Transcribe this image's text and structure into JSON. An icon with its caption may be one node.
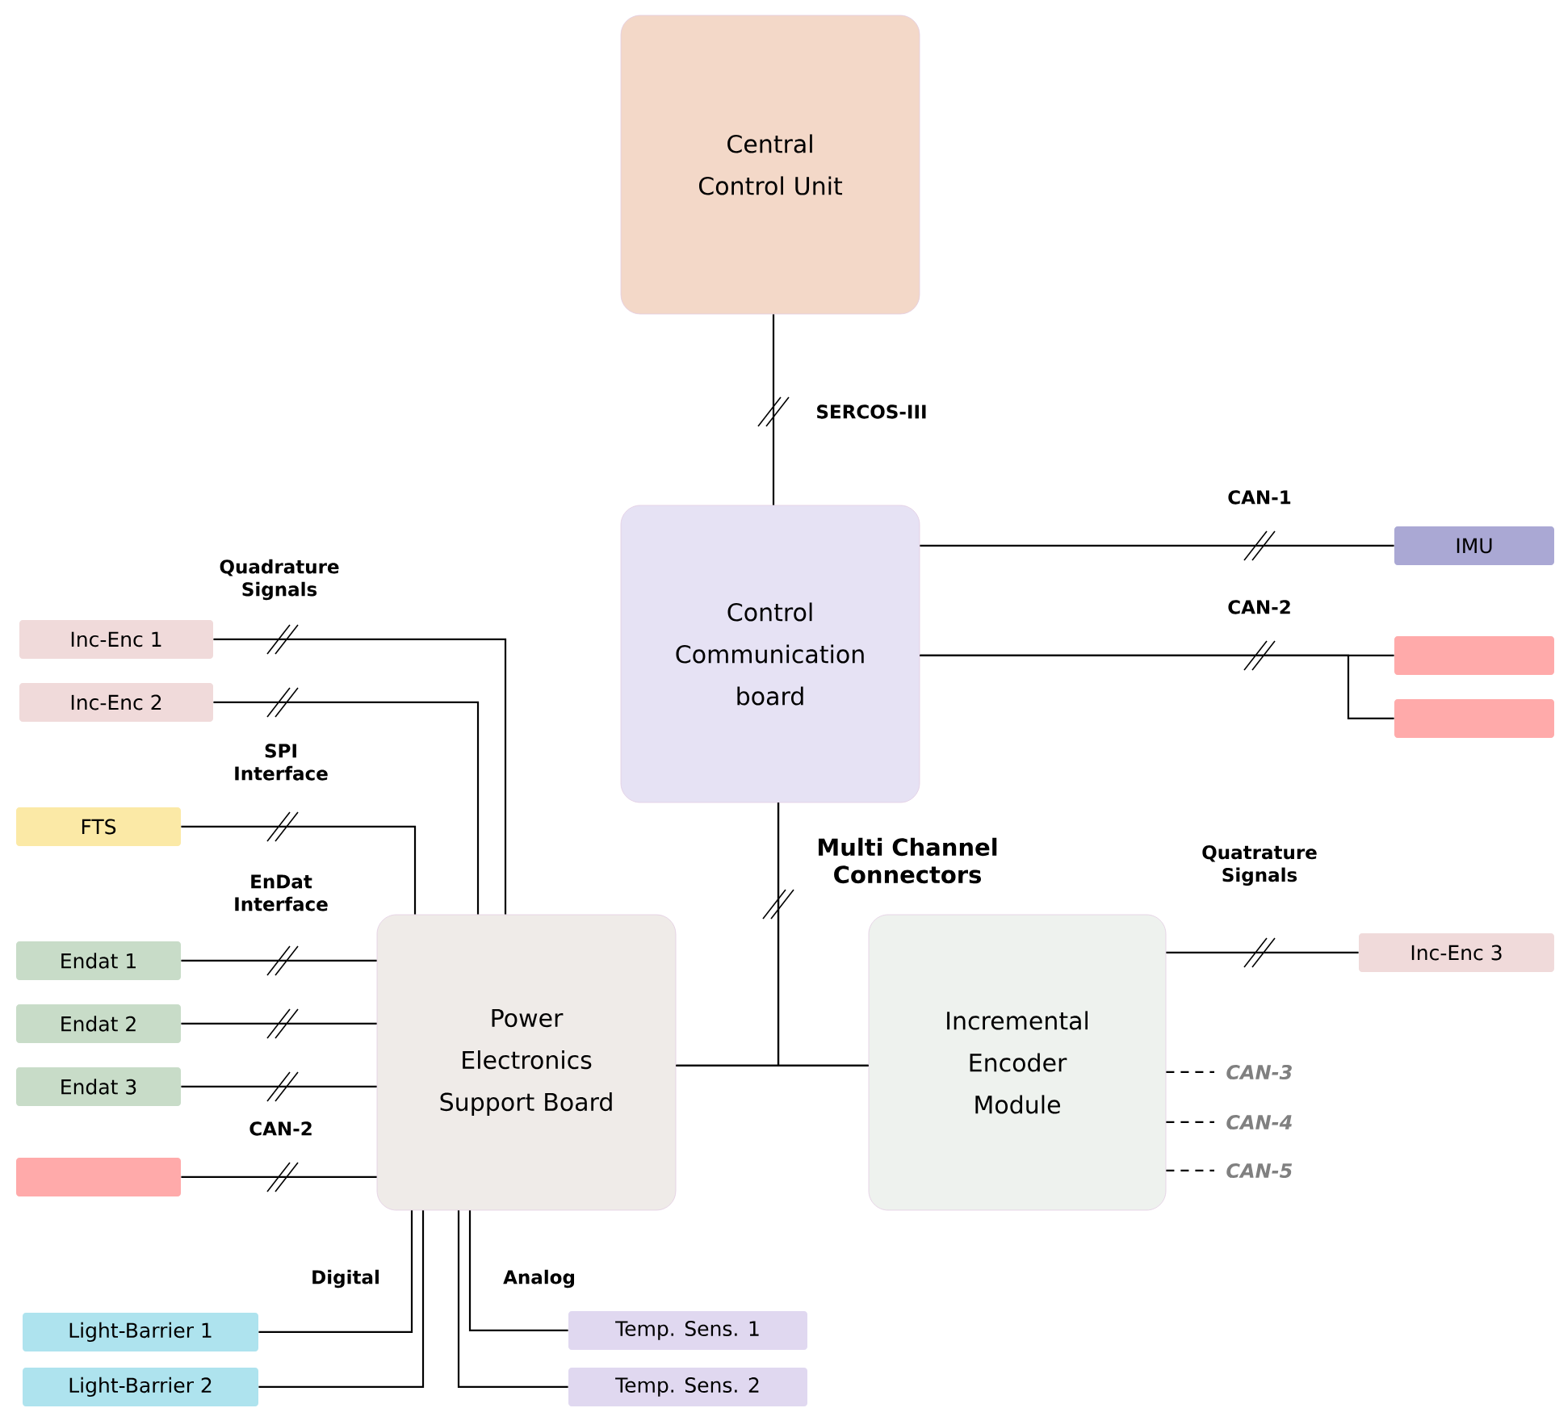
{
  "diagram": {
    "nodes": [
      {
        "text": [
          "Central Control Unit"
        ]
      },
      {
        "text": [
          "Control Communication board"
        ]
      },
      {
        "text": [
          "Power Electronics Support Board"
        ]
      },
      {
        "text": [
          "Incremental Encoder Module"
        ]
      },
      {
        "text": [
          "IMU"
        ]
      },
      {
        "text": [],
        "shape": "box"
      },
      {
        "text": [],
        "shape": "box"
      },
      {
        "text": [
          "Inc-Enc 1"
        ]
      },
      {
        "text": [
          "Inc-Enc 2"
        ]
      },
      {
        "text": [
          "FTS"
        ]
      },
      {
        "text": [
          "Endat 1"
        ]
      },
      {
        "text": [
          "Endat 2"
        ]
      },
      {
        "text": [
          "Endat 3"
        ]
      },
      {
        "text": [],
        "shape": "box"
      },
      {
        "text": [
          "Light-Barrier 1"
        ]
      },
      {
        "text": [
          "Light-Barrier 2"
        ]
      },
      {
        "text": [
          "Temp. Sens. 1"
        ]
      },
      {
        "text": [
          "Temp. Sens. 2"
        ]
      },
      {
        "text": [
          "Inc-Enc 3"
        ]
      }
    ],
    "edges": [
      {
        "from": 0,
        "to": 1,
        "arrow": "none",
        "label": "SERCOS-III"
      },
      {
        "from": 1,
        "to": 4,
        "arrow": "none",
        "label": "CAN-1"
      },
      {
        "from": 1,
        "to": 5,
        "arrow": "none",
        "label": "CAN-2"
      },
      {
        "from": 1,
        "to": 6,
        "arrow": "none"
      },
      {
        "from": 1,
        "to": 2,
        "arrow": "none",
        "label": "Multi Channel Connectors"
      },
      {
        "from": 1,
        "to": 3,
        "arrow": "none"
      },
      {
        "from": 2,
        "to": 3,
        "arrow": "none"
      },
      {
        "from": 7,
        "to": 2,
        "arrow": "none",
        "label": "Quadrature Signals"
      },
      {
        "from": 8,
        "to": 2,
        "arrow": "none"
      },
      {
        "from": 9,
        "to": 2,
        "arrow": "none",
        "label": "SPI Interface"
      },
      {
        "from": 10,
        "to": 2,
        "arrow": "none",
        "label": "EnDat Interface"
      },
      {
        "from": 11,
        "to": 2,
        "arrow": "none"
      },
      {
        "from": 12,
        "to": 2,
        "arrow": "none"
      },
      {
        "from": 13,
        "to": 2,
        "arrow": "none",
        "label": "CAN-2"
      },
      {
        "from": 14,
        "to": 2,
        "arrow": "none",
        "label": "Digital"
      },
      {
        "from": 15,
        "to": 2,
        "arrow": "none"
      },
      {
        "from": 16,
        "to": 2,
        "arrow": "none",
        "label": "Analog"
      },
      {
        "from": 17,
        "to": 2,
        "arrow": "none"
      },
      {
        "from": 3,
        "to": 18,
        "arrow": "none",
        "label": "Quatrature Signals"
      },
      {
        "from": 3,
        "to": null,
        "arrow": "none",
        "style": "dashed",
        "label": "CAN-3"
      },
      {
        "from": 3,
        "to": null,
        "arrow": "none",
        "style": "dashed",
        "label": "CAN-4"
      },
      {
        "from": 3,
        "to": null,
        "arrow": "none",
        "style": "dashed",
        "label": "CAN-5"
      }
    ]
  }
}
